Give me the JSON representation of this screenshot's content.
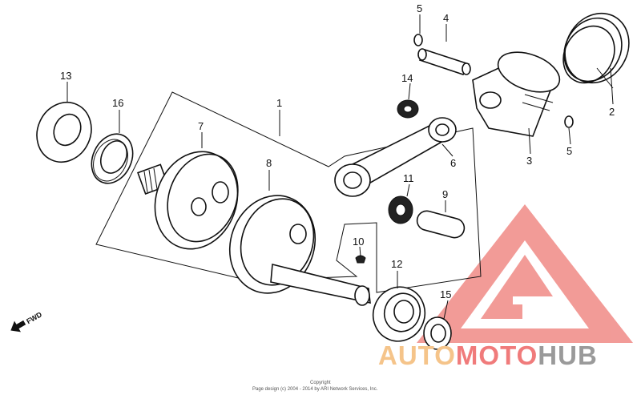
{
  "callouts": {
    "c1": "1",
    "c2": "2",
    "c3": "3",
    "c4": "4",
    "c5a": "5",
    "c5b": "5",
    "c6": "6",
    "c7": "7",
    "c8": "8",
    "c9": "9",
    "c10": "10",
    "c11": "11",
    "c12": "12",
    "c13": "13",
    "c14": "14",
    "c15": "15",
    "c16": "16"
  },
  "direction_label": "FWD",
  "copyright": {
    "line1": "Copyright",
    "line2": "Page design (c) 2004 - 2014 by ARI Network Services, Inc."
  },
  "watermark": {
    "part1": "AUTO",
    "part2": "MOTO",
    "part3": "HUB",
    "color1": "#f5c48a",
    "color2": "#f07b7b",
    "color3": "#9a9a9a",
    "logo_color": "#f08a86"
  }
}
